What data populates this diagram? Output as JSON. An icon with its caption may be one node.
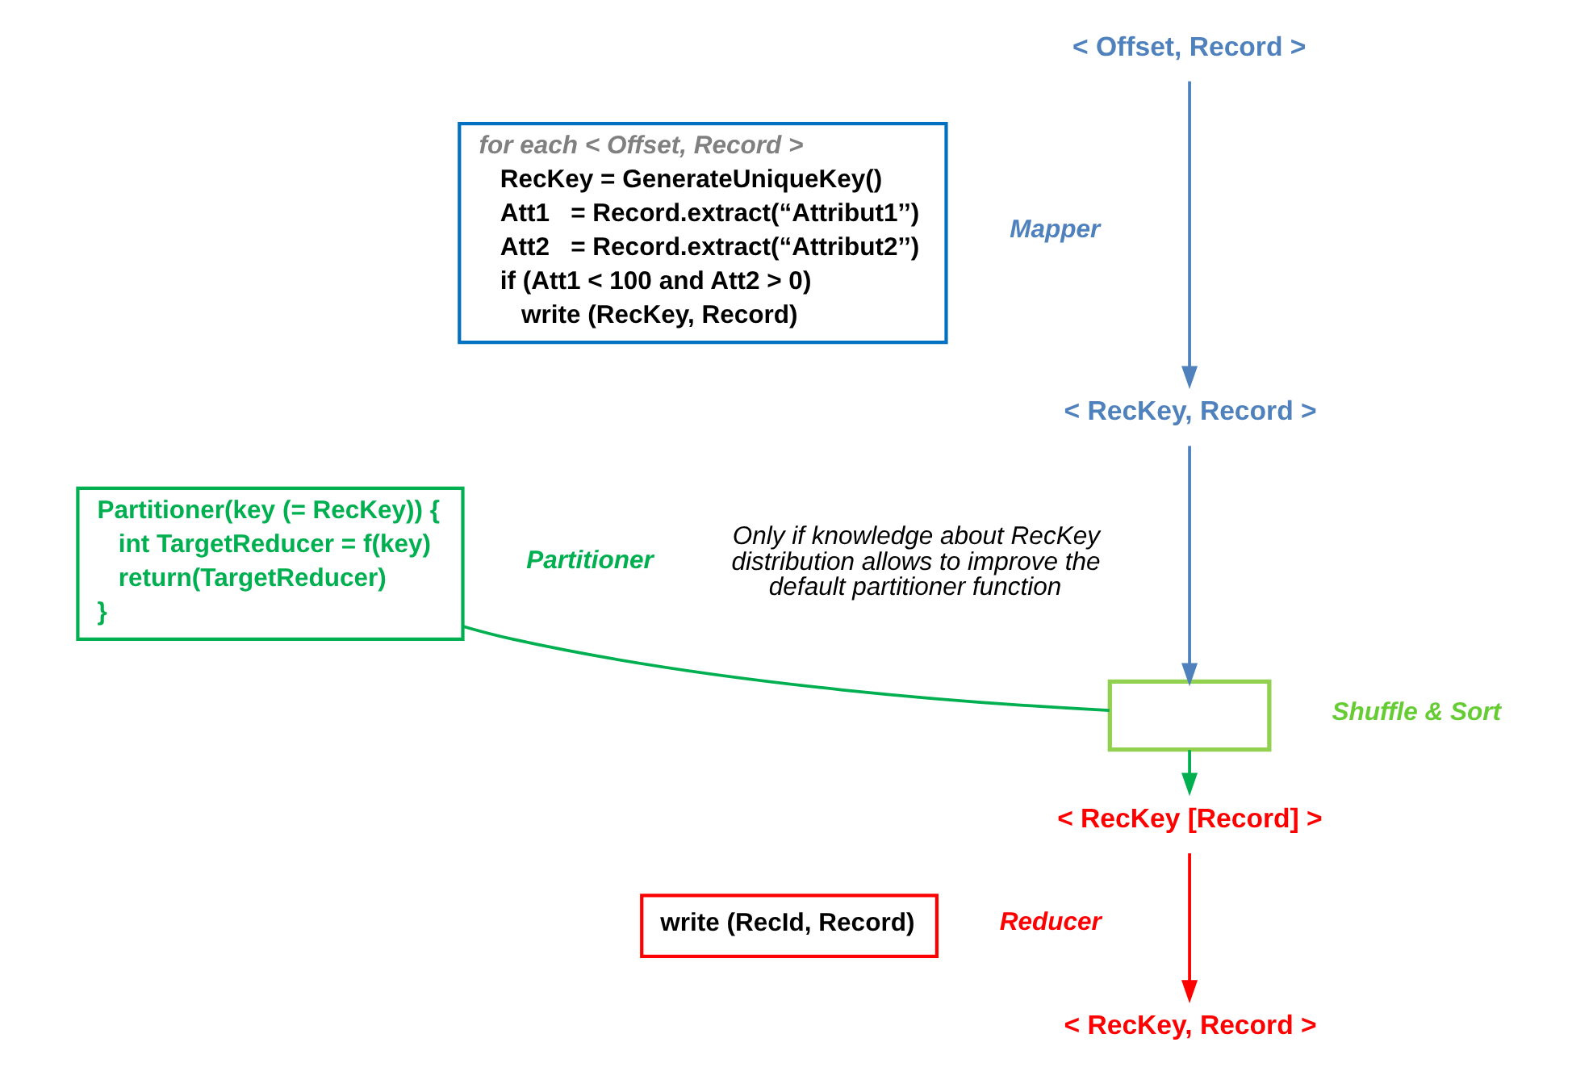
{
  "diagram": {
    "nodes": [
      {
        "text": [
          "< Offset, Record >"
        ]
      },
      {
        "text": [
          "for each < Offset, Record >",
          "RecKey = GenerateUniqueKey()",
          "Att1   = Record.extract(“Attribut1’’)",
          "Att2   = Record.extract(“Attribut2’’)",
          "if (Att1 < 100 and Att2 > 0)",
          "write (RecKey, Record)"
        ],
        "beside": [
          "Mapper"
        ]
      },
      {
        "text": [
          "< RecKey, Record >"
        ]
      },
      {
        "text": [
          "Partitioner(key (= RecKey)) {",
          "int TargetReducer = f(key)",
          "return(TargetReducer)",
          "}"
        ],
        "beside": [
          "Partitioner",
          "Only if knowledge about RecKey distribution allows to improve the default partitioner function"
        ]
      },
      {
        "text": [],
        "shape": "box",
        "beside": [
          "Shuffle & Sort"
        ]
      },
      {
        "text": [
          "< RecKey [Record] >"
        ]
      },
      {
        "text": [
          "write (RecId, Record)"
        ],
        "beside": [
          "Reducer"
        ]
      },
      {
        "text": [
          "< RecKey, Record >"
        ]
      }
    ],
    "edges": [
      {
        "from": 0,
        "to": 2,
        "arrow": "to",
        "color": "#4f81bd"
      },
      {
        "from": 2,
        "to": 4,
        "arrow": "to",
        "color": "#4f81bd"
      },
      {
        "from": 3,
        "to": 4,
        "arrow": "none",
        "color": "#00b050"
      },
      {
        "from": 4,
        "to": 5,
        "arrow": "to",
        "color": "#00b050"
      },
      {
        "from": 5,
        "to": 7,
        "arrow": "to",
        "color": "#ff0000"
      }
    ]
  }
}
